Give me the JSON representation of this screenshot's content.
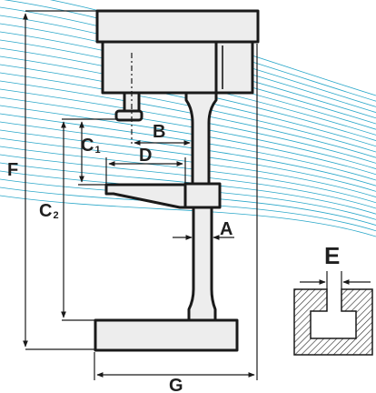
{
  "labels": {
    "F": "F",
    "C2": "C",
    "C2_sub": "2",
    "C1": "C",
    "C1_sub": "1",
    "B": "B",
    "D": "D",
    "A": "A",
    "E": "E",
    "G": "G"
  },
  "colors": {
    "line": "#1a1a1a",
    "fill": "#ededed",
    "swoosh": "#2aa7c9",
    "hatch": "#333333"
  }
}
